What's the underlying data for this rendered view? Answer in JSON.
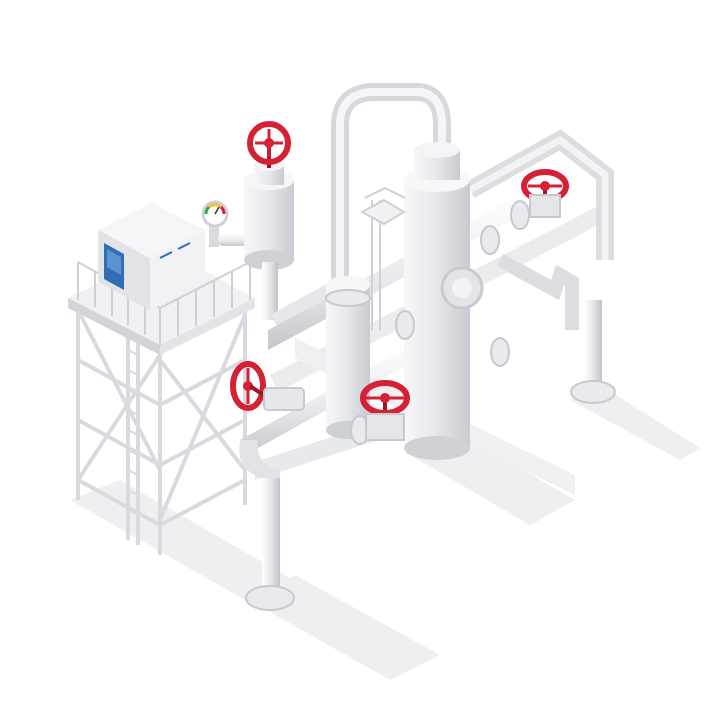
{
  "scene": {
    "background": "#ffffff",
    "illustration": "isometric-industrial-piping",
    "colors": {
      "pipe_light": "#f4f4f6",
      "pipe_mid": "#dcdde1",
      "pipe_dark": "#b9bbc2",
      "valve_red": "#d62033",
      "valve_red_dark": "#9d1422",
      "shadow": "#eeeef0",
      "screen_blue": "#2f6eb5",
      "gauge_yellow": "#f2c12e",
      "gauge_green": "#36a852",
      "gauge_red": "#d62033"
    },
    "components": {
      "control_panel": "control-cabinet",
      "platform": "scaffold-tower",
      "vessels": [
        "separator-column",
        "small-vessel",
        "upper-tank"
      ],
      "valves": [
        "valve-top-left",
        "valve-top-right",
        "valve-left",
        "valve-center"
      ],
      "gauge": "pressure-gauge"
    }
  }
}
